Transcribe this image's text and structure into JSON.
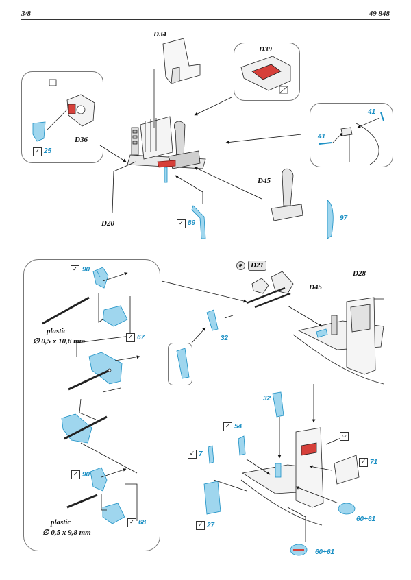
{
  "header": {
    "page": "3/8",
    "code": "49 848"
  },
  "labels": {
    "d34": "D34",
    "d39": "D39",
    "d36": "D36",
    "d45_top": "D45",
    "d20": "D20",
    "d21": "D21",
    "d45_mid": "D45",
    "d28": "D28"
  },
  "parts": {
    "p25": "25",
    "p89": "89",
    "p41a": "41",
    "p41b": "41",
    "p97": "97",
    "p90a": "90",
    "p67": "67",
    "p32a": "32",
    "p90b": "90",
    "p68": "68",
    "p32b": "32",
    "p54": "54",
    "p7": "7",
    "p27": "27",
    "p71": "71",
    "p6061a": "60+61",
    "p6061b": "60+61"
  },
  "notes": {
    "plastic1": "plastic",
    "dim1": "∅ 0,5 x 10,6 mm",
    "plastic2": "plastic",
    "dim2": "∅ 0,5 x 9,8 mm"
  },
  "colors": {
    "pe_blue": "#1a8fc4",
    "pe_fill": "#9fd6ee",
    "red": "#d6403a",
    "line": "#222222"
  },
  "icons": {
    "check": "checkmark-icon",
    "fold": "fold-icon"
  }
}
